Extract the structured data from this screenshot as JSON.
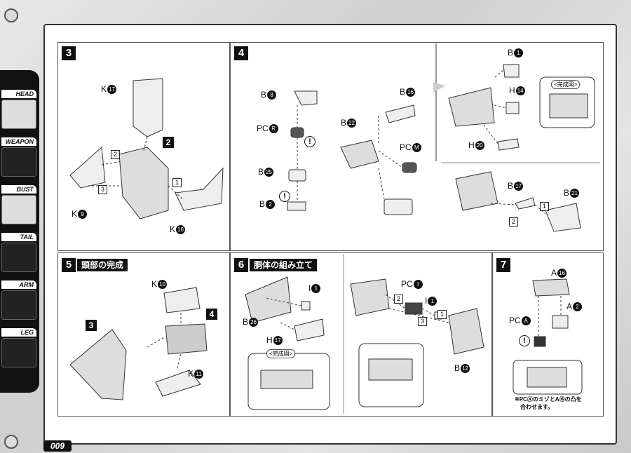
{
  "sidebar": {
    "tabs": [
      {
        "label": "HEAD",
        "selected": true
      },
      {
        "label": "WEAPON",
        "selected": false
      },
      {
        "label": "BUST",
        "selected": true
      },
      {
        "label": "TAIL",
        "selected": false
      },
      {
        "label": "ARM",
        "selected": false
      },
      {
        "label": "LEG",
        "selected": false
      }
    ]
  },
  "page_number": "009",
  "steps": {
    "s3": {
      "num": "3",
      "k17": "K",
      "k17n": "17",
      "part2": "2",
      "k9": "K",
      "k9n": "9",
      "k16": "K",
      "k16n": "16",
      "seq": [
        "2",
        "3",
        "1"
      ]
    },
    "s4": {
      "num": "4",
      "b8": "B",
      "b8n": "8",
      "pcr": "PC",
      "pcrn": "R",
      "b25": "B",
      "b25n": "25",
      "b2": "B",
      "b2n": "2",
      "b16": "B",
      "b16n": "16",
      "b22": "B",
      "b22n": "22",
      "pcm": "PC",
      "pcmn": "M",
      "b1": "B",
      "b1n": "1",
      "h14": "H",
      "h14n": "14",
      "h20": "H",
      "h20n": "20",
      "kanryo": "<完成図>",
      "b17": "B",
      "b17n": "17",
      "b21": "B",
      "b21n": "21",
      "seq1": "1",
      "seq2": "2"
    },
    "s5": {
      "num": "5",
      "title": "頭部の完成",
      "k10": "K",
      "k10n": "10",
      "k11": "K",
      "k11n": "11",
      "p3": "3",
      "p4": "4"
    },
    "s6": {
      "num": "6",
      "title": "胴体の組み立て",
      "i1": "I",
      "i1n": "1",
      "b26": "B",
      "b26n": "26",
      "h17": "H",
      "h17n": "17",
      "kanryo": "<完成図>",
      "pci": "PC",
      "pcin": "I",
      "i1b": "I",
      "i1bn": "1",
      "b12": "B",
      "b12n": "12",
      "seq": [
        "1",
        "2",
        "3"
      ]
    },
    "s7": {
      "num": "7",
      "a16": "A",
      "a16n": "16",
      "a2": "A",
      "a2n": "2",
      "pca": "PC",
      "pcan": "A",
      "note1": "※PCⒶのミゾとA⑯の凸を",
      "note2": "合わせます。"
    }
  }
}
